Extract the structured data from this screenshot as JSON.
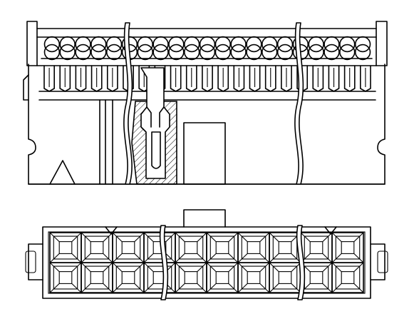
{
  "figure": {
    "colors": {
      "line": "#000000",
      "background": "#ffffff"
    },
    "side_view": {
      "ribbon_cable_bumps": 21,
      "contact_slots": 21,
      "break_marks": 2
    },
    "top_view": {
      "grid_columns": 10,
      "grid_rows": 2,
      "break_marks": 2
    }
  }
}
